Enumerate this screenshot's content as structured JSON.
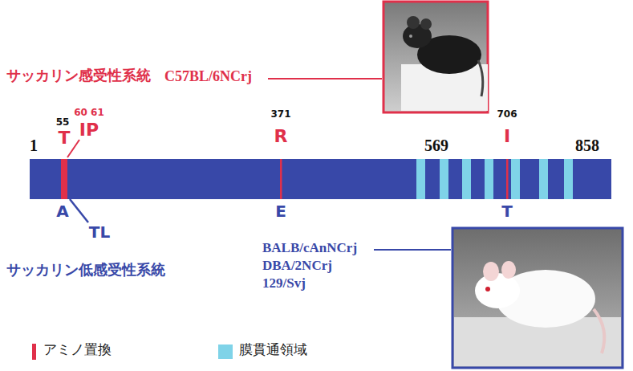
{
  "diagram": {
    "labels": [
      "サッカリン感受性系統",
      "C57BL/6NCrj",
      "55",
      "60 61",
      "T",
      "IP",
      "1",
      "371",
      "R",
      "569",
      "706",
      "I",
      "858",
      "A",
      "TL",
      "E",
      "T",
      "サッカリン低感受性系統",
      "BALB/cAnNCrj",
      "DBA/2NCrj",
      "129/Svj"
    ],
    "legend": [
      {
        "text": "アミノ置換",
        "color": "#e0304a"
      },
      {
        "text": "膜貫通領域",
        "color": "#7fd3e8"
      }
    ]
  }
}
